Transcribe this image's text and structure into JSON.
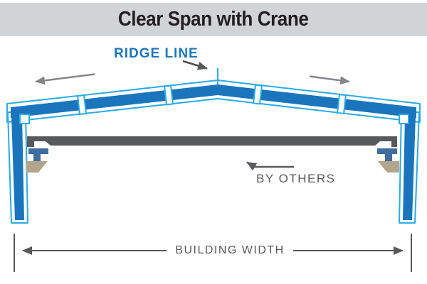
{
  "header": {
    "title": "Clear Span with Crane"
  },
  "labels": {
    "ridge_line": "RIDGE LINE",
    "by_others": "BY OTHERS",
    "building_width": "BUILDING WIDTH"
  },
  "colors": {
    "title_bar_bg": "#d2d3d5",
    "title_text": "#231f20",
    "frame_blue": "#1b75bc",
    "outline_light_blue": "#29abe2",
    "crane_beam_gray": "#58595b",
    "bracket_steel_blue": "#3e6d9e",
    "corbel_tan": "#b3a58b",
    "roof_arrow_gray": "#848689",
    "label_and_dimension_gray": "#58595b",
    "ridge_label_blue": "#1b75bc",
    "page_bg": "#ffffff"
  }
}
